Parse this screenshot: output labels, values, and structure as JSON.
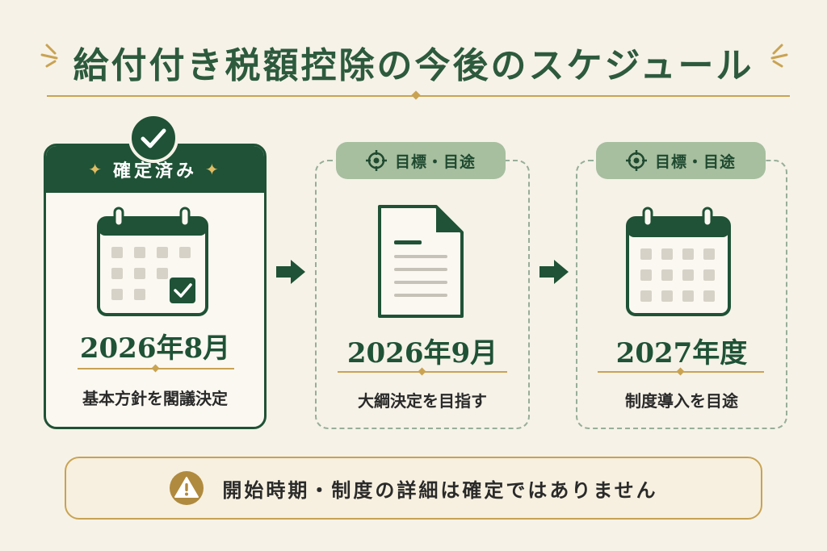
{
  "title": "給付付き税額控除の今後のスケジュール",
  "colors": {
    "primary": "#1f5236",
    "accent": "#c9a352",
    "pill": "#a7bf9f",
    "background": "#f6f2e8"
  },
  "steps": [
    {
      "status": "確定済み",
      "status_icon": "check-circle-icon",
      "illustration": "calendar-check-icon",
      "date": "2026年8月",
      "description": "基本方針を閣議決定"
    },
    {
      "status": "目標・目途",
      "status_icon": "target-icon",
      "illustration": "document-icon",
      "date": "2026年9月",
      "description": "大綱決定を目指す"
    },
    {
      "status": "目標・目途",
      "status_icon": "target-icon",
      "illustration": "calendar-icon",
      "date": "2027年度",
      "description": "制度導入を目途"
    }
  ],
  "notice": {
    "icon": "warning-icon",
    "text": "開始時期・制度の詳細は確定ではありません"
  }
}
